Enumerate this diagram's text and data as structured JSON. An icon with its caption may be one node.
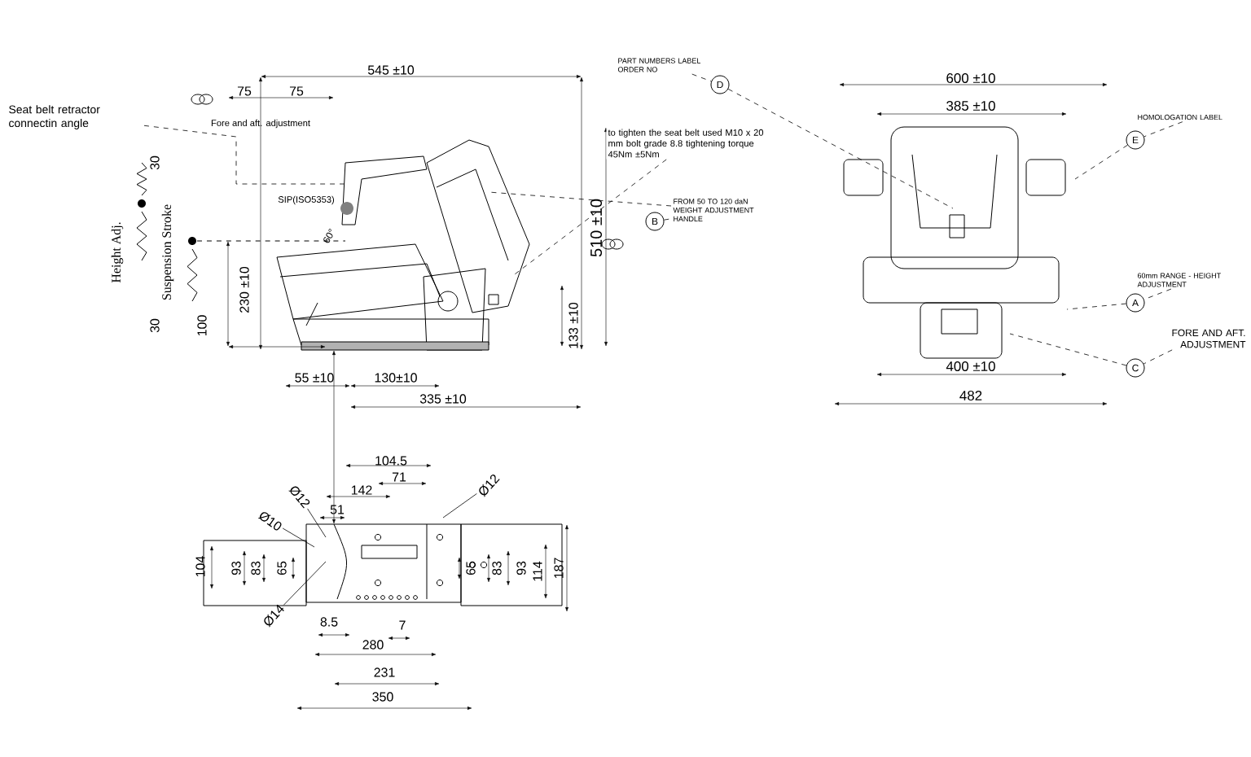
{
  "diagram": {
    "nodes": [
      {
        "text": [
          "Seat belt retractor connectin angle"
        ]
      },
      {
        "text": [
          "PART NUMBERS LABEL ORDER NO"
        ]
      },
      {
        "text": [
          "D"
        ]
      },
      {
        "text": [
          "to tighten the seat belt used M10 x 20 mm bolt grade 8.8 tightening torque 45Nm ±5Nm"
        ]
      },
      {
        "text": [
          "FROM 50 TO 120 daN WEIGHT ADJUSTMENT HANDLE"
        ]
      },
      {
        "text": [
          "B"
        ]
      },
      {
        "text": [
          "HOMOLOGATION LABEL"
        ]
      },
      {
        "text": [
          "E"
        ]
      },
      {
        "text": [
          "60mm RANGE - HEIGHT ADJUSTMENT"
        ]
      },
      {
        "text": [
          "A"
        ]
      },
      {
        "text": [
          "FORE AND AFT. ADJUSTMENT"
        ]
      },
      {
        "text": [
          "C"
        ]
      },
      {
        "text": [
          "Ø12"
        ]
      },
      {
        "text": [
          "Ø10"
        ]
      },
      {
        "text": [
          "Ø12"
        ]
      },
      {
        "text": [
          "Ø14"
        ]
      }
    ],
    "edges": [
      {
        "from": 0,
        "to": null,
        "arrow": "none",
        "style": "dashed"
      },
      {
        "from": 1,
        "to": 2,
        "arrow": "none",
        "style": "dashed"
      },
      {
        "from": 2,
        "to": null,
        "arrow": "none",
        "style": "dashed"
      },
      {
        "from": 3,
        "to": null,
        "arrow": "none",
        "style": "dashed"
      },
      {
        "from": 4,
        "to": null,
        "arrow": "none",
        "style": "dashed"
      },
      {
        "from": 5,
        "to": 4,
        "arrow": "none",
        "style": "dashed"
      },
      {
        "from": 6,
        "to": 7,
        "arrow": "none",
        "style": "dashed"
      },
      {
        "from": 7,
        "to": null,
        "arrow": "none",
        "style": "dashed"
      },
      {
        "from": 8,
        "to": 9,
        "arrow": "none",
        "style": "dashed"
      },
      {
        "from": 9,
        "to": null,
        "arrow": "none",
        "style": "dashed"
      },
      {
        "from": 10,
        "to": 11,
        "arrow": "none",
        "style": "dashed"
      },
      {
        "from": 11,
        "to": null,
        "arrow": "none",
        "style": "dashed"
      },
      {
        "from": 12,
        "to": null,
        "arrow": "none"
      },
      {
        "from": 13,
        "to": null,
        "arrow": "none"
      },
      {
        "from": 14,
        "to": null,
        "arrow": "none"
      },
      {
        "from": 15,
        "to": null,
        "arrow": "none"
      }
    ],
    "labels": [
      "Fore and aft. adjustment",
      "75",
      "75",
      "545 ±10",
      "SIP(ISO5353)",
      "60°",
      "Height Adj.",
      "30",
      "30",
      "Suspension Stroke",
      "100",
      "230 ±10",
      "510 ±10",
      "133 ±10",
      "55 ±10",
      "130±10",
      "335 ±10",
      "600 ±10",
      "385 ±10",
      "400 ±10",
      "482",
      "104.5",
      "71",
      "142",
      "51",
      "104",
      "93",
      "83",
      "65",
      "65",
      "83",
      "93",
      "114",
      "187",
      "8.5",
      "7",
      "280",
      "231",
      "350"
    ]
  }
}
